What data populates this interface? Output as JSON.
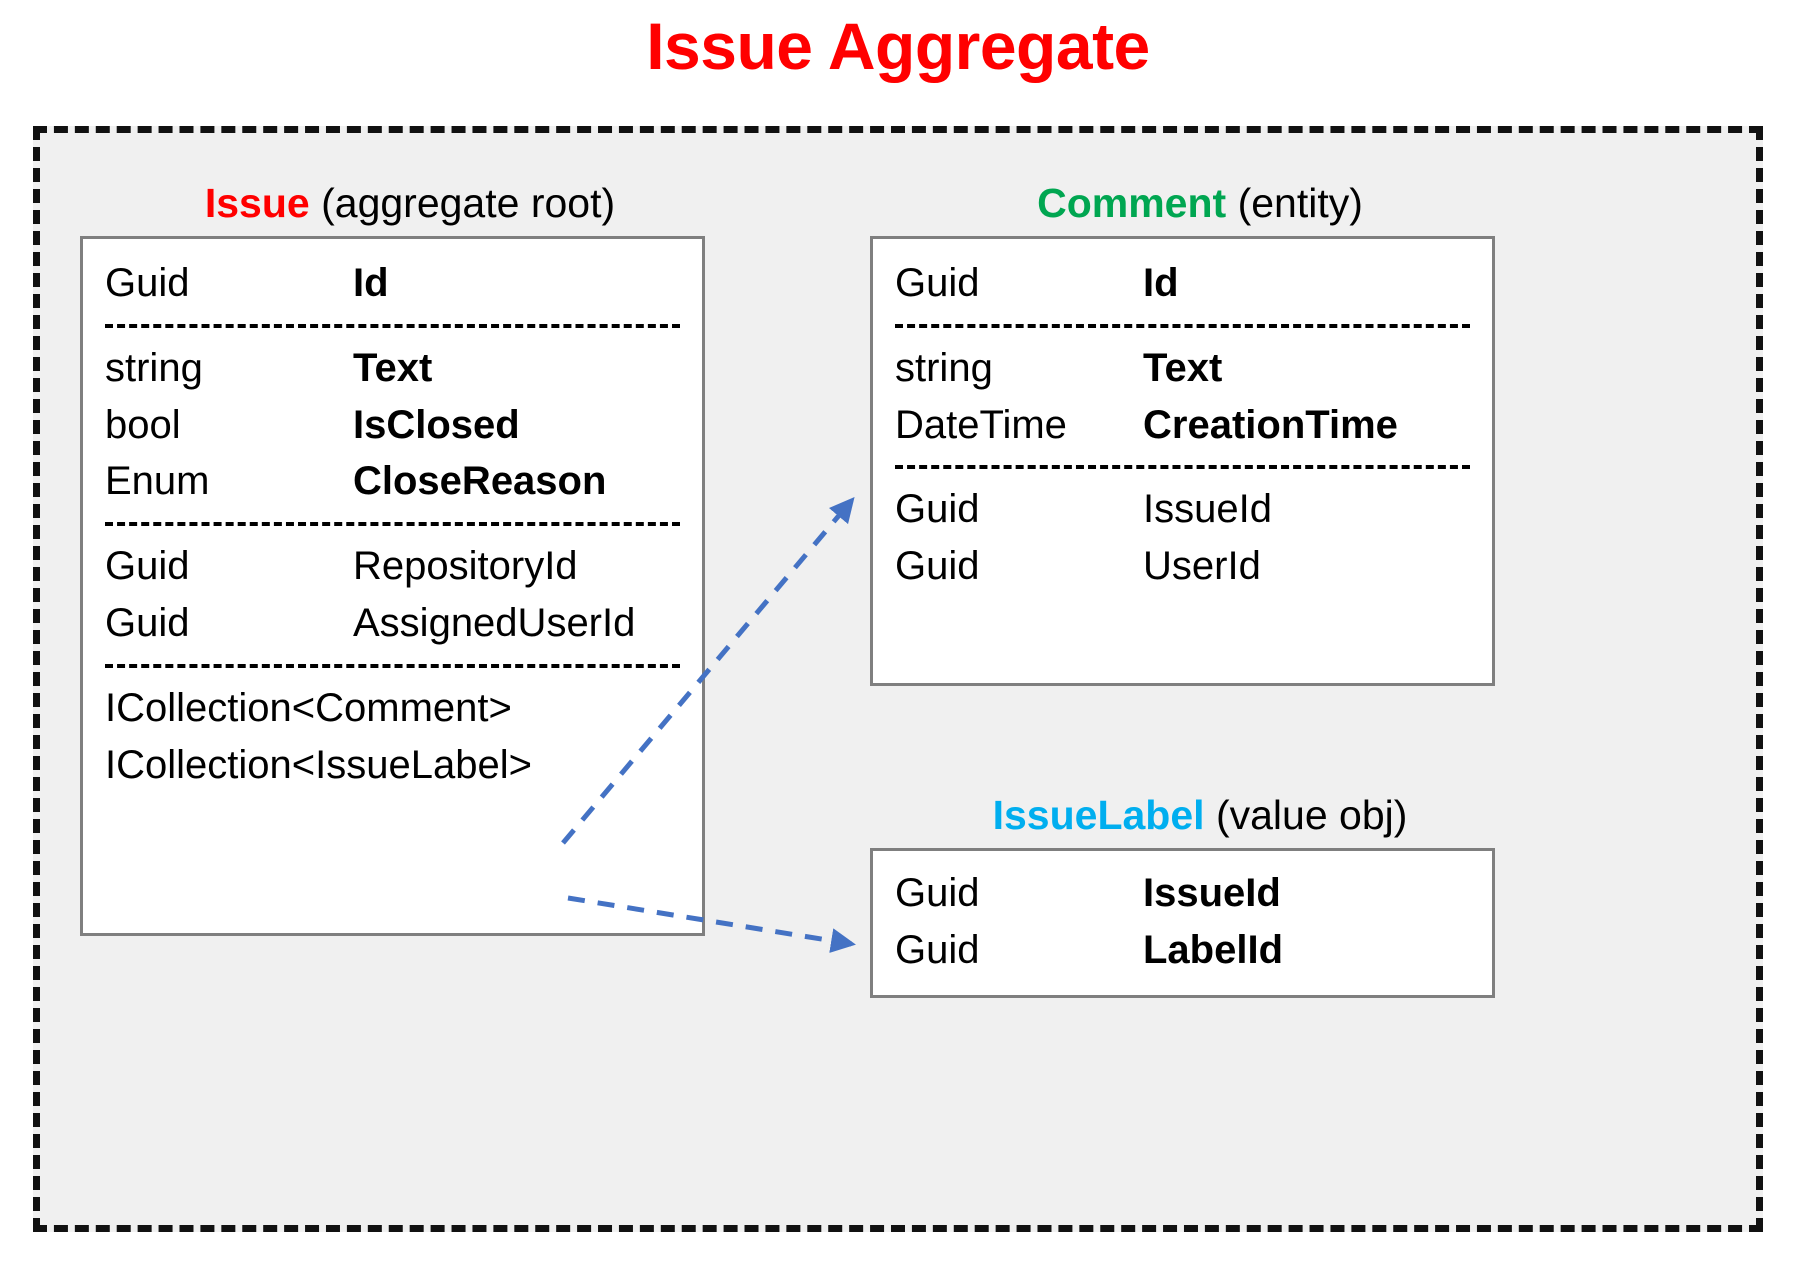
{
  "title": "Issue Aggregate",
  "colors": {
    "title": "#FF0000",
    "issue": "#FF0000",
    "comment": "#00A651",
    "issue_label": "#00AEEF",
    "arrow": "#4472C4",
    "box_border": "#7F7F7F",
    "boundary_border": "#111111",
    "boundary_fill": "#F0F0F0"
  },
  "entities": {
    "issue": {
      "name": "Issue",
      "stereotype": "(aggregate root)",
      "groups": [
        {
          "rows": [
            {
              "type": "Guid",
              "name": "Id",
              "bold": true
            }
          ]
        },
        {
          "rows": [
            {
              "type": "string",
              "name": "Text",
              "bold": true
            },
            {
              "type": "bool",
              "name": "IsClosed",
              "bold": true
            },
            {
              "type": "Enum",
              "name": "CloseReason",
              "bold": true
            }
          ]
        },
        {
          "rows": [
            {
              "type": "Guid",
              "name": "RepositoryId",
              "bold": false
            },
            {
              "type": "Guid",
              "name": "AssignedUserId",
              "bold": false
            }
          ]
        },
        {
          "rows": [
            {
              "full": "ICollection<Comment>"
            },
            {
              "full": "ICollection<IssueLabel>"
            }
          ]
        }
      ]
    },
    "comment": {
      "name": "Comment",
      "stereotype": "(entity)",
      "groups": [
        {
          "rows": [
            {
              "type": "Guid",
              "name": "Id",
              "bold": true
            }
          ]
        },
        {
          "rows": [
            {
              "type": "string",
              "name": "Text",
              "bold": true
            },
            {
              "type": "DateTime",
              "name": "CreationTime",
              "bold": true
            }
          ]
        },
        {
          "rows": [
            {
              "type": "Guid",
              "name": "IssueId",
              "bold": false
            },
            {
              "type": "Guid",
              "name": "UserId",
              "bold": false
            }
          ]
        }
      ]
    },
    "issue_label": {
      "name": "IssueLabel",
      "stereotype": "(value obj)",
      "groups": [
        {
          "rows": [
            {
              "type": "Guid",
              "name": "IssueId",
              "bold": true
            },
            {
              "type": "Guid",
              "name": "LabelId",
              "bold": true
            }
          ]
        }
      ]
    }
  },
  "arrows": [
    {
      "name": "comment-relation-arrow",
      "from": "ICollection<Comment>",
      "to": "Comment"
    },
    {
      "name": "issuelabel-relation-arrow",
      "from": "ICollection<IssueLabel>",
      "to": "IssueLabel"
    }
  ]
}
